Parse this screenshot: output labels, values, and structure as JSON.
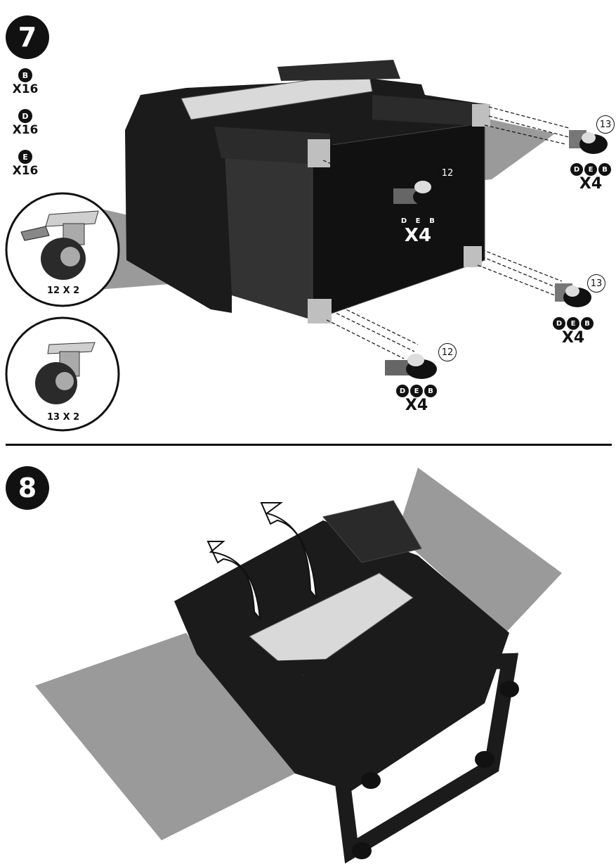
{
  "step7": {
    "number": "7",
    "parts": [
      {
        "letter": "B",
        "qty": "X16"
      },
      {
        "letter": "D",
        "qty": "X16"
      },
      {
        "letter": "E",
        "qty": "X16"
      }
    ],
    "caster_locking_label": "12 X 2",
    "caster_swivel_label": "13 X 2",
    "callouts": [
      {
        "num": "12",
        "letters": [
          "D",
          "E",
          "B"
        ],
        "qty": "X4"
      },
      {
        "num": "13",
        "letters": [
          "D",
          "E",
          "B"
        ],
        "qty": "X4"
      },
      {
        "num": "13",
        "letters": [
          "D",
          "E",
          "B"
        ],
        "qty": "X4"
      },
      {
        "num": "12",
        "letters": [
          "D",
          "E",
          "B"
        ],
        "qty": "X4"
      }
    ]
  },
  "step8": {
    "number": "8"
  },
  "colors": {
    "badge": "#111111",
    "panel_grey": "#9a9a9a",
    "machine_dark": "#1b1b1b",
    "lid": "#d9d9d9"
  }
}
